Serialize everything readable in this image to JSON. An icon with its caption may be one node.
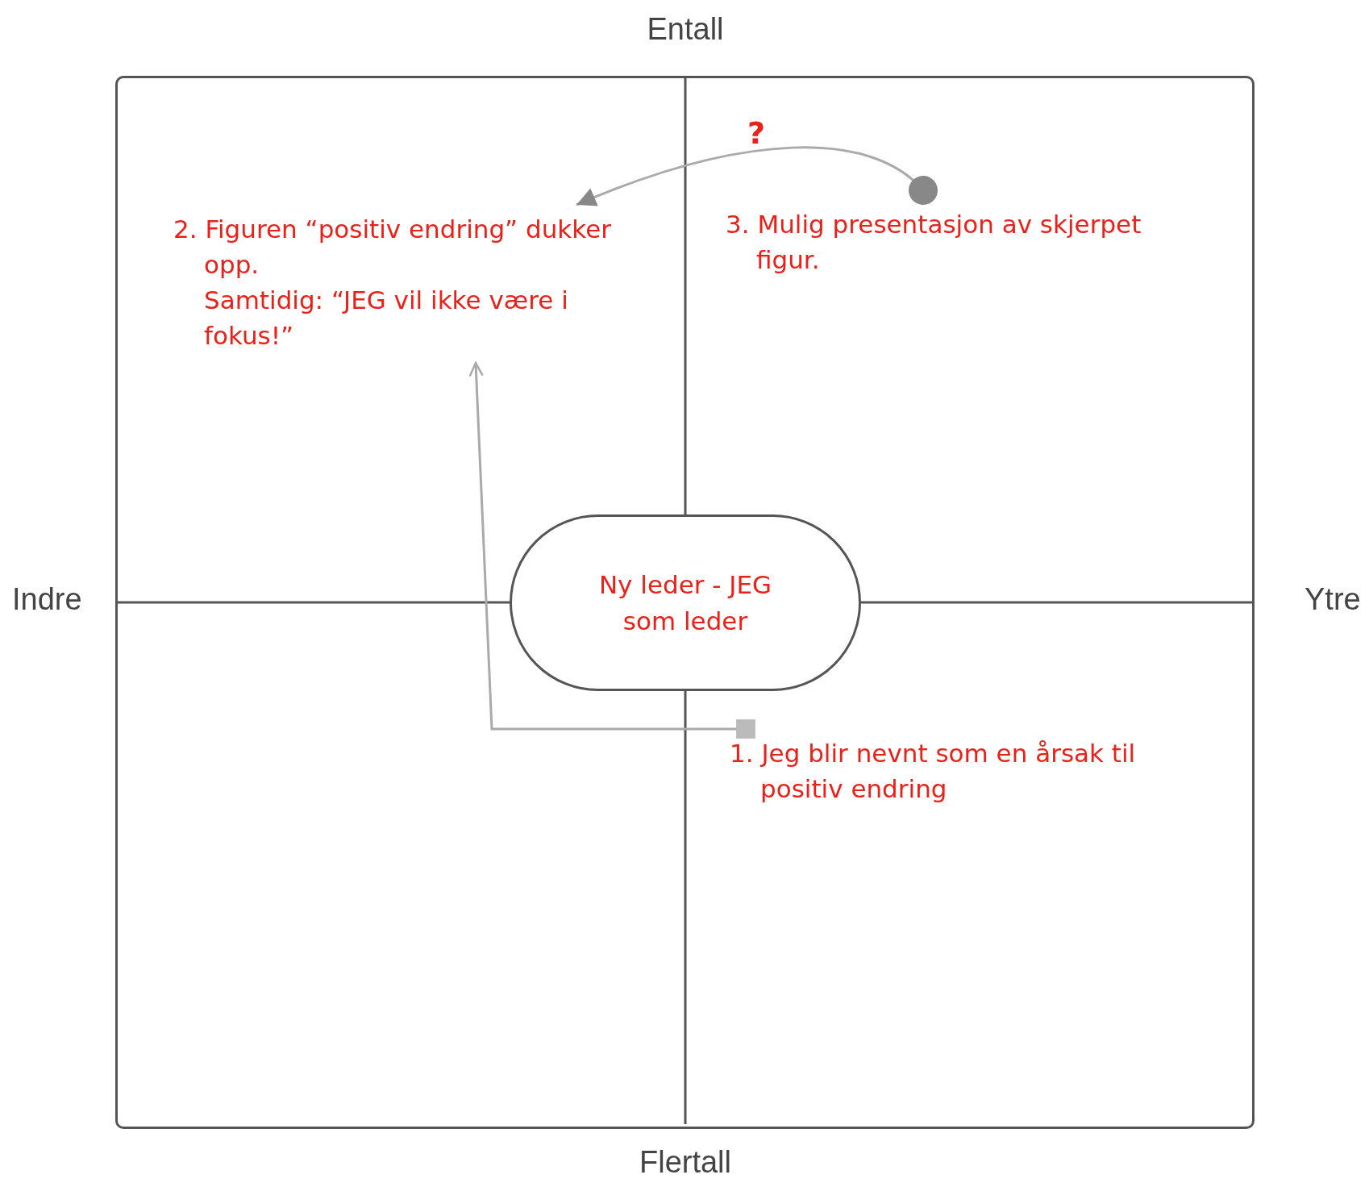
{
  "diagram": {
    "nodes": [
      {
        "text": [
          "Ny leder - JEG som leder"
        ]
      },
      {
        "text": [
          "1. Jeg blir nevnt som en årsak til positiv endring"
        ]
      },
      {
        "text": [
          "2. Figuren “positiv endring” dukker opp.",
          "Samtidig: “JEG vil ikke være i fokus!”"
        ]
      },
      {
        "text": [
          "3. Mulig presentasjon av skjerpet figur."
        ]
      }
    ],
    "edges": [
      {
        "from": 1,
        "to": 2,
        "arrow": "to"
      },
      {
        "from": 3,
        "to": 2,
        "arrow": "to",
        "label": "?"
      }
    ],
    "labels": [
      "Entall",
      "Indre",
      "Ytre",
      "Flertall"
    ]
  }
}
